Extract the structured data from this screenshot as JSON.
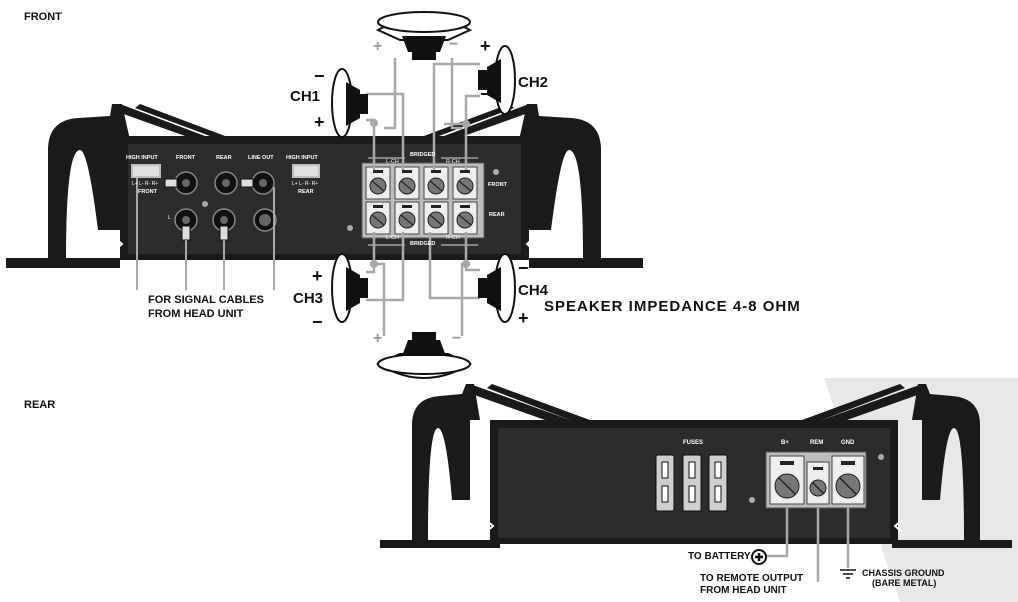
{
  "sections": {
    "front": "FRONT",
    "rear": "REAR"
  },
  "channels": {
    "ch1": "CH1",
    "ch2": "CH2",
    "ch3": "CH3",
    "ch4": "CH4"
  },
  "polarity": {
    "plus": "+",
    "minus": "−"
  },
  "front_panel": {
    "high_input_left": "HIGH INPUT",
    "high_input_left_sub": "FRONT",
    "high_input_left_pins": "L+ L- R- R+",
    "front": "FRONT",
    "rear": "REAR",
    "line_out": "LINE OUT",
    "high_input_right": "HIGH INPUT",
    "high_input_right_sub": "REAR",
    "high_input_right_pins": "L+ L- R- R+",
    "bridged_top": "BRIDGED",
    "bridged_bottom": "BRIDGED",
    "lch": "L-CH",
    "rch": "R-CH",
    "row_front": "FRONT",
    "row_rear": "REAR",
    "rca_l": "L"
  },
  "captions": {
    "signal_line1": "FOR SIGNAL CABLES",
    "signal_line2": "FROM HEAD UNIT",
    "impedance": "SPEAKER IMPEDANCE 4-8 OHM"
  },
  "rear_panel": {
    "fuses": "FUSES",
    "bplus": "B+",
    "rem": "REM",
    "gnd": "GND",
    "to_battery": "TO BATTERY",
    "to_remote_line1": "TO REMOTE OUTPUT",
    "to_remote_line2": "FROM HEAD UNIT",
    "chassis_line1": "CHASSIS GROUND",
    "chassis_line2": "(BARE METAL)"
  },
  "colors": {
    "amp": "#1a1a1a",
    "panel": "#2b2b2b",
    "wire": "#a8a8a8",
    "shade": "#e6e6e6"
  }
}
